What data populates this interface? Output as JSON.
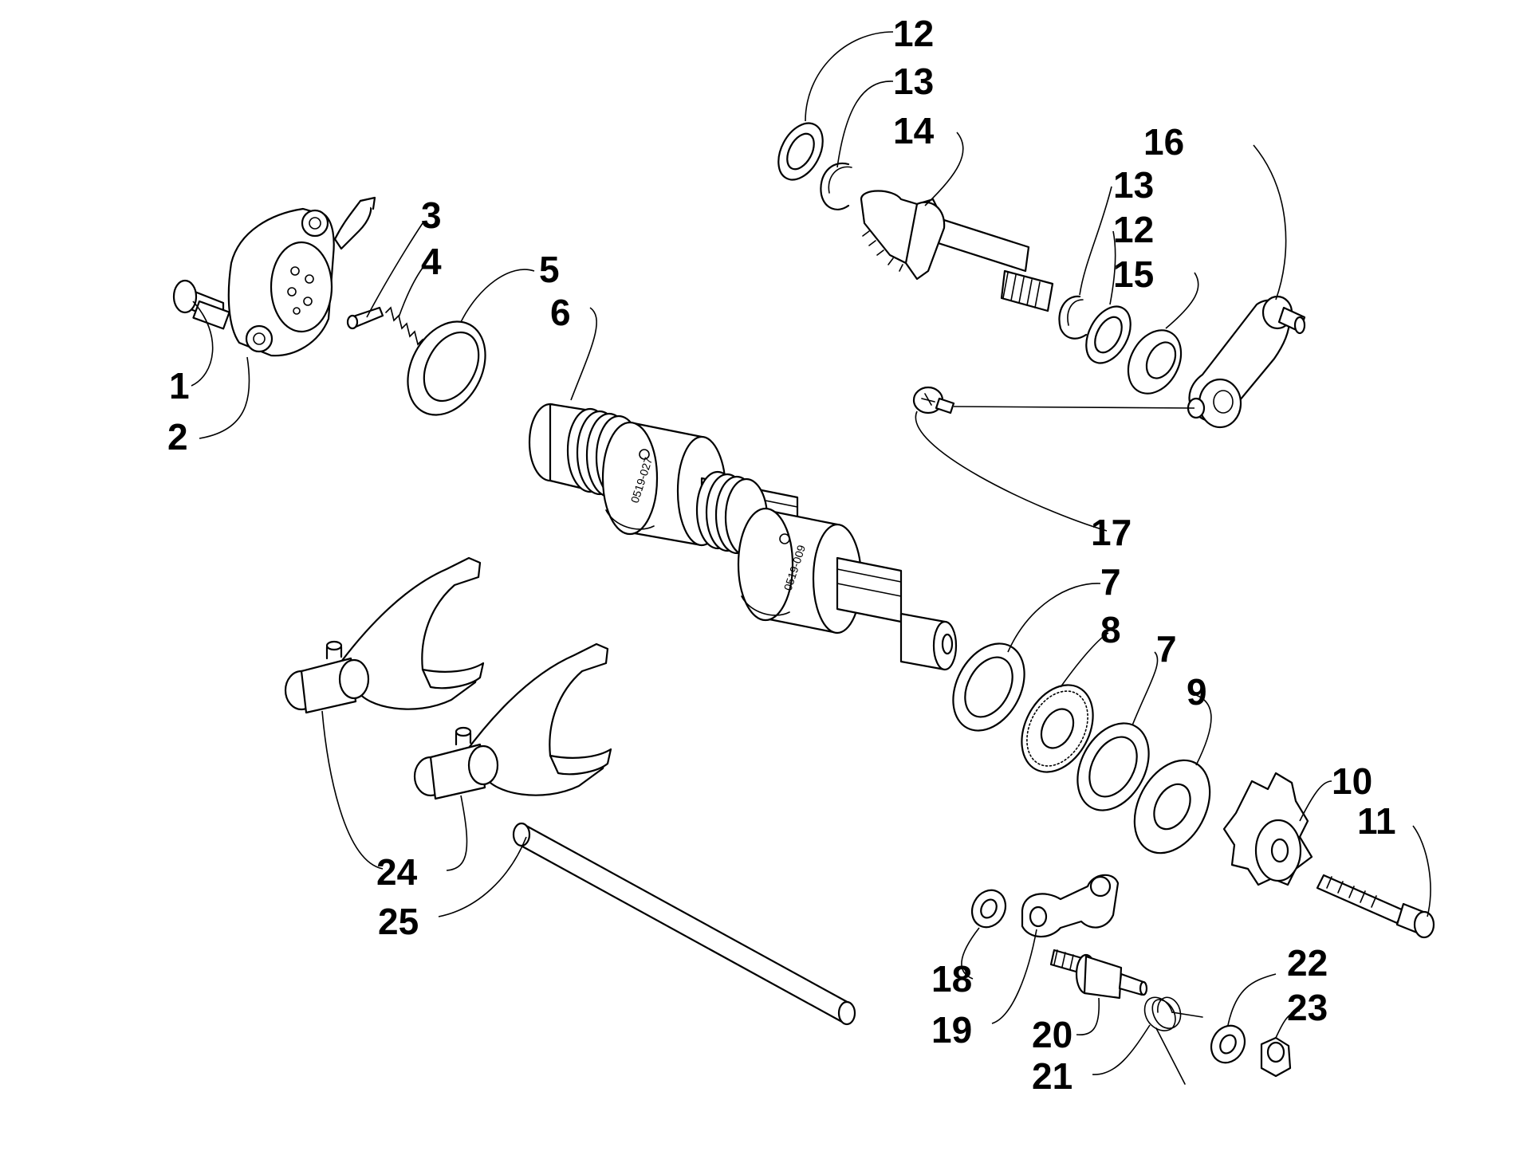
{
  "callouts": [
    "1",
    "2",
    "3",
    "4",
    "5",
    "6",
    "7",
    "7",
    "8",
    "9",
    "10",
    "11",
    "12",
    "12",
    "13",
    "13",
    "14",
    "15",
    "16",
    "17",
    "18",
    "19",
    "20",
    "21",
    "22",
    "23",
    "24",
    "25"
  ],
  "drum_marks": [
    "0519-027",
    "0519-009"
  ],
  "colors": {
    "line": "#000000",
    "background": "#ffffff"
  }
}
